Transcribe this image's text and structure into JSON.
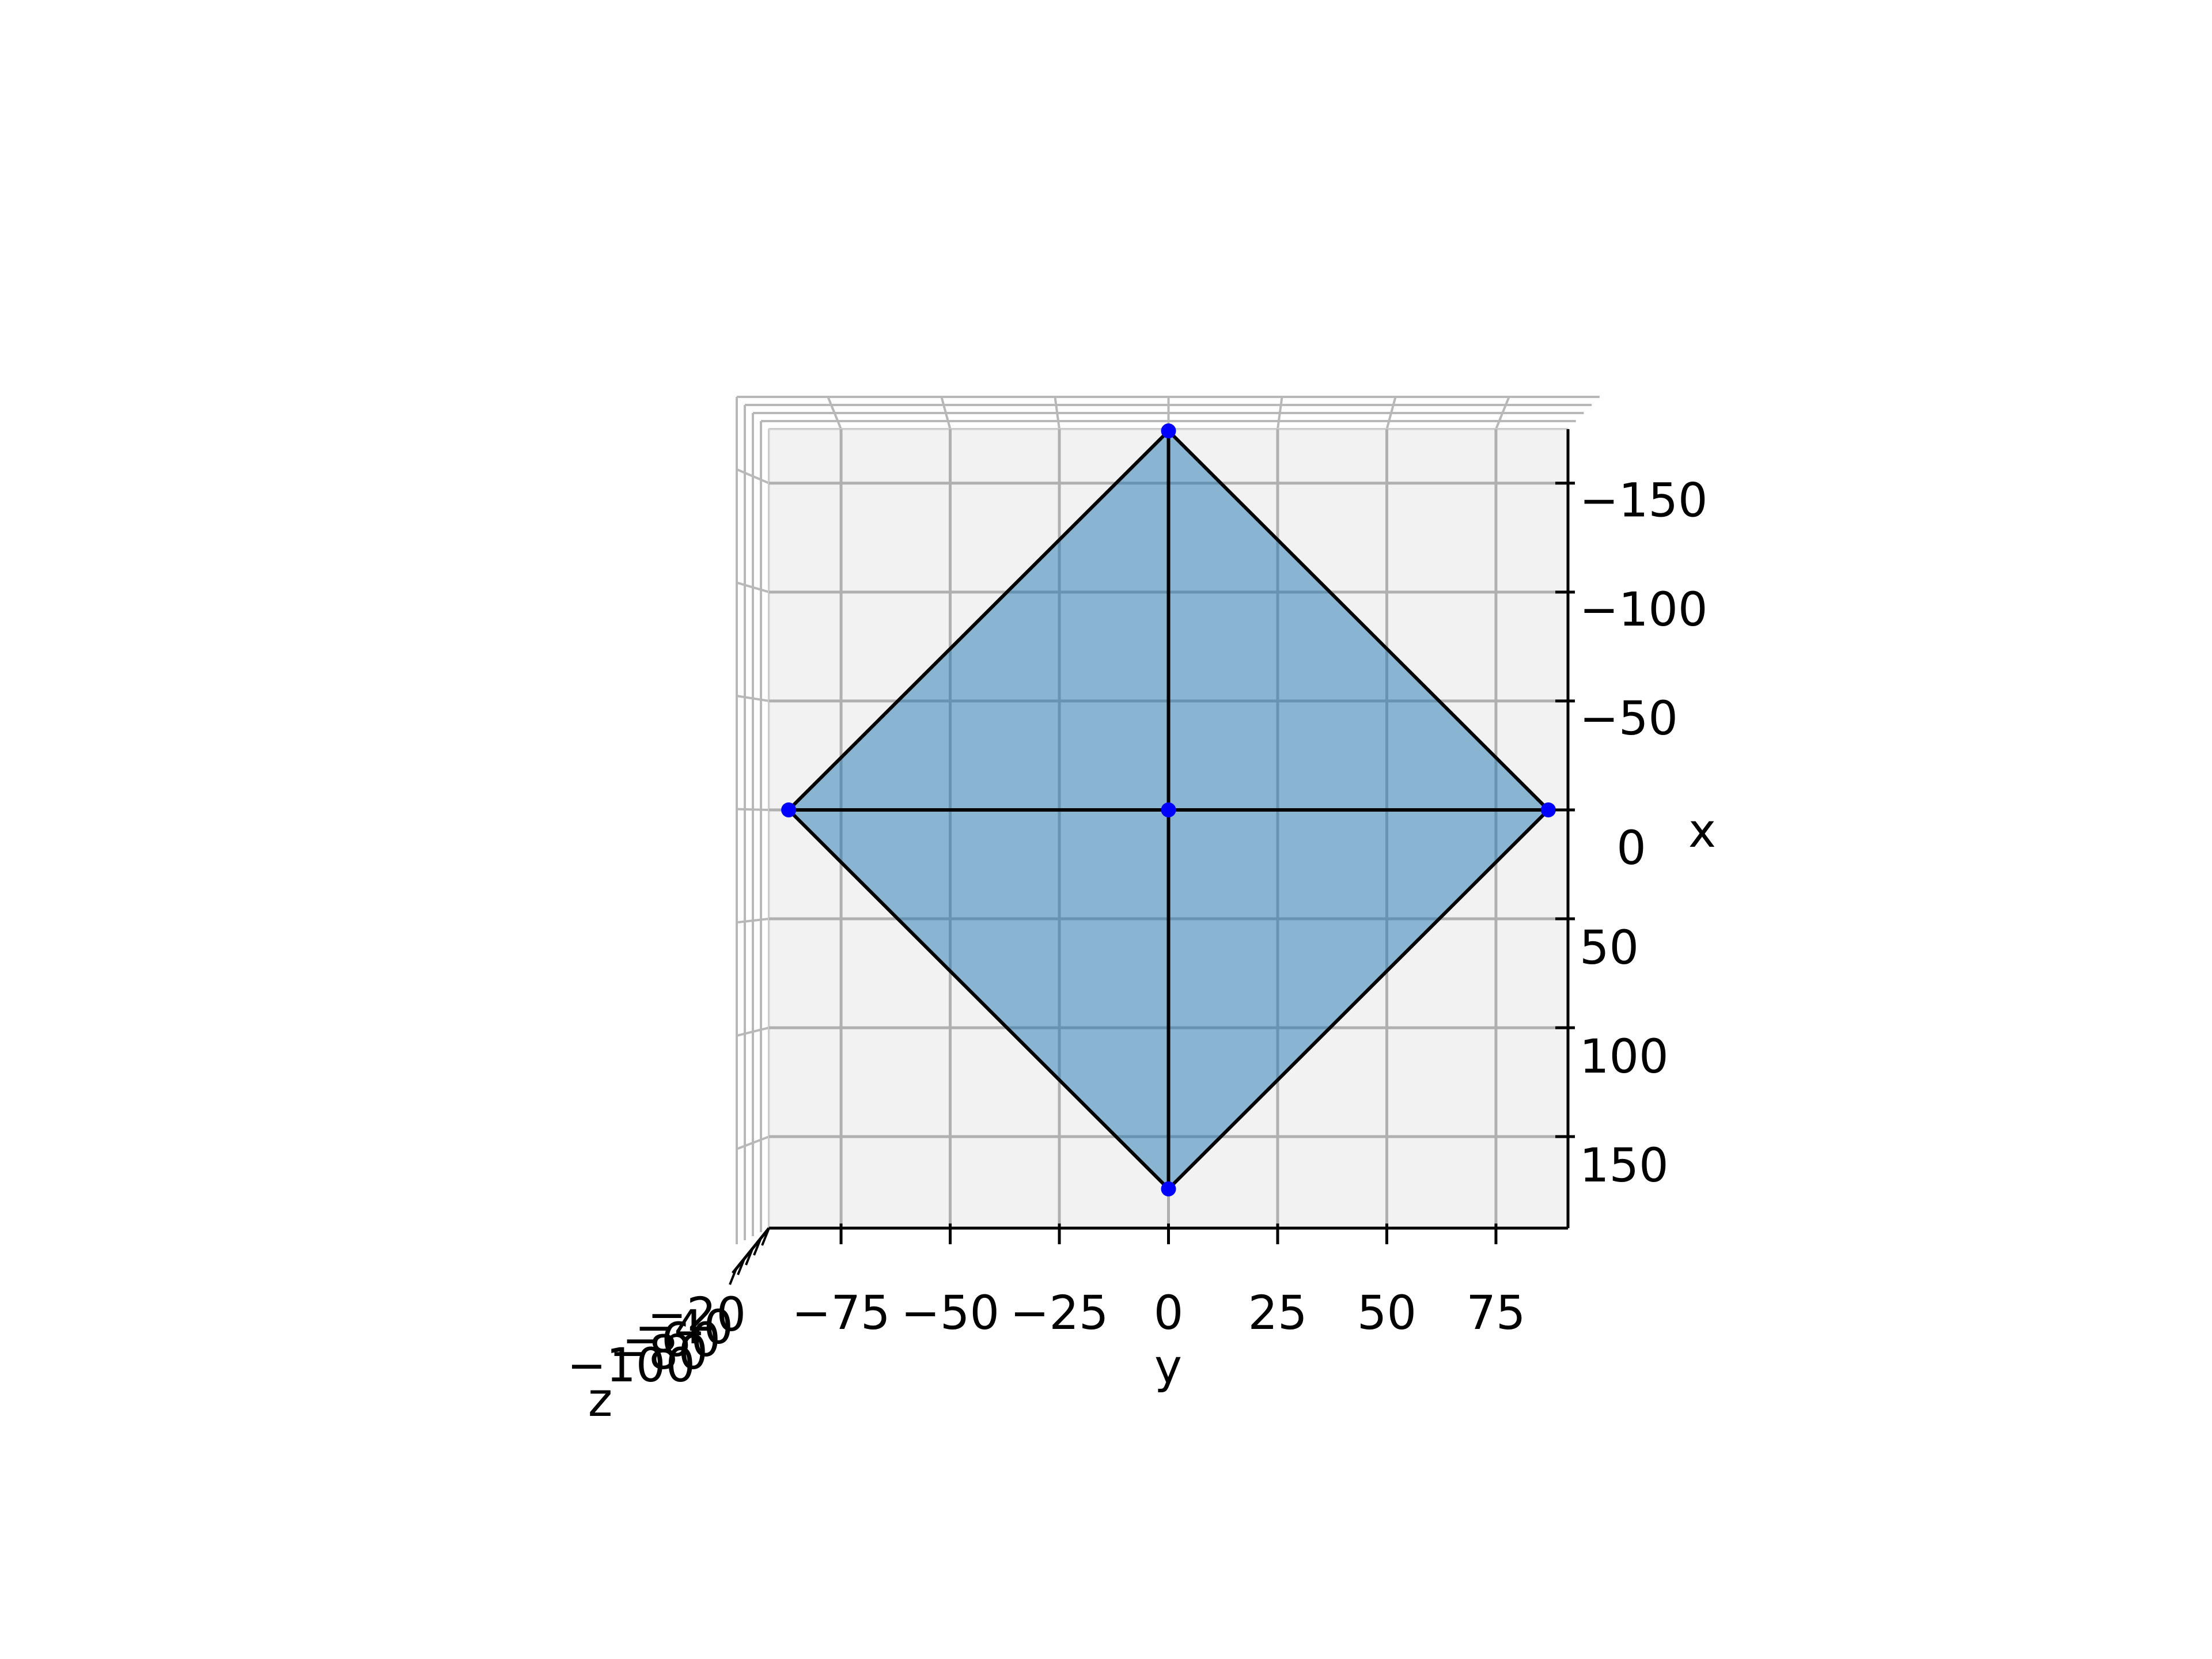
{
  "chart_data": {
    "type": "3d-surface",
    "view": "top-down orthographic",
    "xlabel": "x",
    "ylabel": "y",
    "zlabel": "z",
    "x_ticks": [
      {
        "value": -150,
        "label": "−150"
      },
      {
        "value": -100,
        "label": "−100"
      },
      {
        "value": -50,
        "label": "−50"
      },
      {
        "value": 0,
        "label": "0"
      },
      {
        "value": 50,
        "label": "50"
      },
      {
        "value": 100,
        "label": "100"
      },
      {
        "value": 150,
        "label": "150"
      }
    ],
    "y_ticks": [
      {
        "value": -75,
        "label": "−75"
      },
      {
        "value": -50,
        "label": "−50"
      },
      {
        "value": -25,
        "label": "−25"
      },
      {
        "value": 0,
        "label": "0"
      },
      {
        "value": 25,
        "label": "25"
      },
      {
        "value": 50,
        "label": "50"
      },
      {
        "value": 75,
        "label": "75"
      }
    ],
    "z_tick_labels": [
      "−20",
      "−40",
      "−60",
      "−80",
      "−100"
    ],
    "xlim": [
      -174.8,
      192
    ],
    "ylim": [
      -91.5,
      91.5
    ],
    "grid": true,
    "surface_color": "#1f77b4",
    "surface_alpha": 0.5,
    "point_color": "#0000ff",
    "edge_color": "#000000",
    "points": [
      {
        "x": -174,
        "y": 0
      },
      {
        "x": 0,
        "y": -87
      },
      {
        "x": 0,
        "y": 0
      },
      {
        "x": 0,
        "y": 87
      },
      {
        "x": 174,
        "y": 0
      }
    ],
    "polygon": [
      {
        "x": -174,
        "y": 0
      },
      {
        "x": 0,
        "y": 87
      },
      {
        "x": 174,
        "y": 0
      },
      {
        "x": 0,
        "y": -87
      }
    ],
    "edges": [
      [
        {
          "x": -174,
          "y": 0
        },
        {
          "x": 174,
          "y": 0
        }
      ],
      [
        {
          "x": 0,
          "y": -87
        },
        {
          "x": 0,
          "y": 87
        }
      ]
    ]
  }
}
